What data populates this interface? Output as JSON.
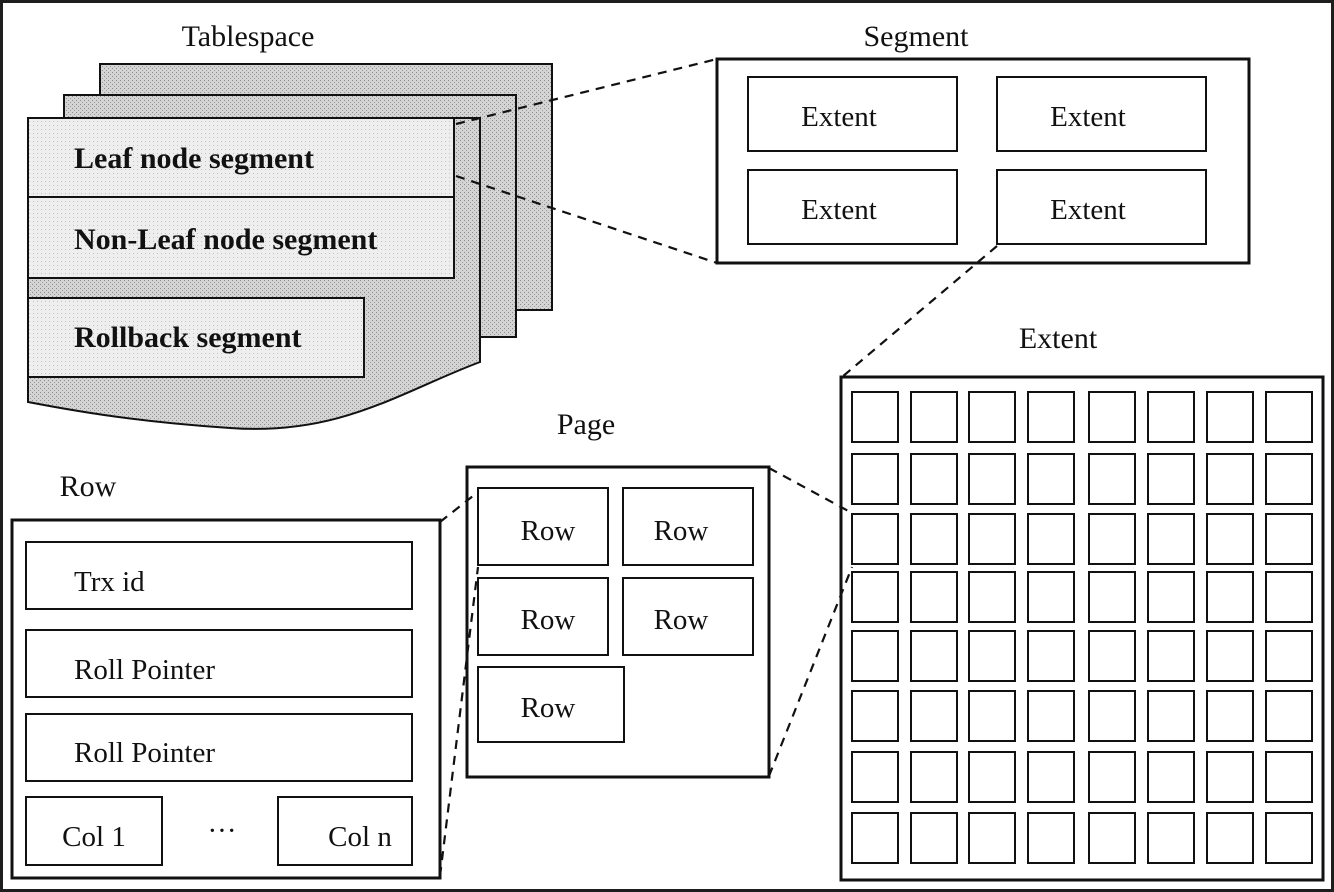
{
  "tablespace": {
    "title": "Tablespace",
    "segments": [
      "Leaf node segment",
      "Non-Leaf node segment",
      "Rollback segment"
    ]
  },
  "segment": {
    "title": "Segment",
    "extents": [
      "Extent",
      "Extent",
      "Extent",
      "Extent"
    ]
  },
  "extent": {
    "title": "Extent",
    "grid_rows": 8,
    "grid_cols": 8
  },
  "page": {
    "title": "Page",
    "rows": [
      "Row",
      "Row",
      "Row",
      "Row",
      "Row"
    ]
  },
  "row": {
    "title": "Row",
    "fields": [
      "Trx id",
      "Roll Pointer",
      "Roll Pointer"
    ],
    "columns": [
      "Col 1",
      "···",
      "Col n"
    ]
  },
  "colors": {
    "background": "#1e1e1e",
    "canvas": "#ffffff",
    "stroke": "#111111",
    "hatch": "#cfcfcf",
    "panel": "#ececec"
  }
}
